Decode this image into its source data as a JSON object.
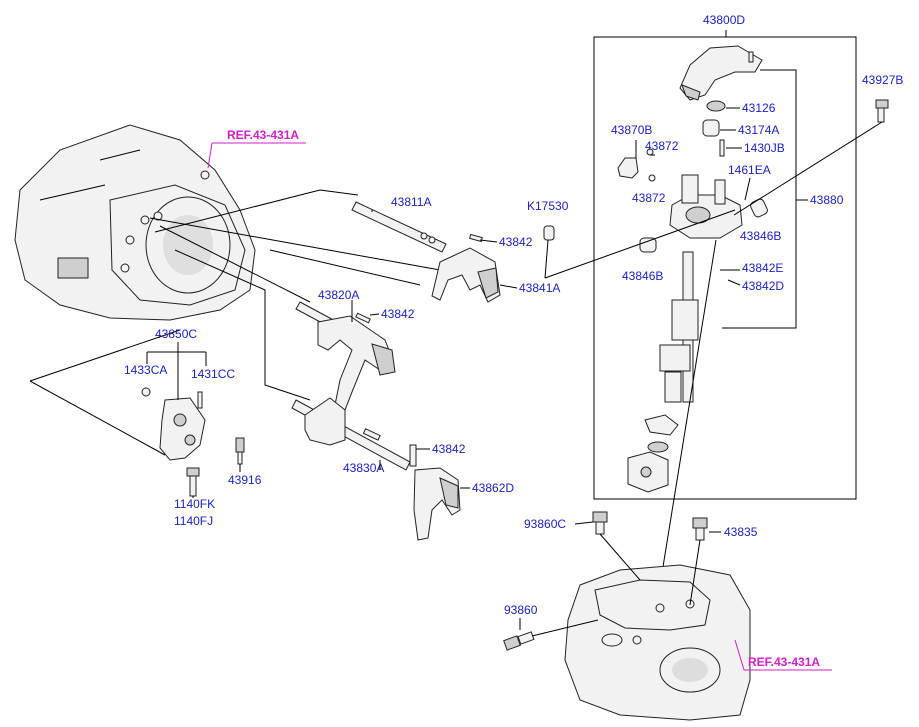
{
  "references": {
    "top_left": "REF.43-431A",
    "bottom_right": "REF.43-431A"
  },
  "part_numbers": {
    "p43800D": "43800D",
    "p43927B": "43927B",
    "p43126": "43126",
    "p43870B": "43870B",
    "p43174A": "43174A",
    "p43872_top": "43872",
    "p1430JB": "1430JB",
    "p1461EA": "1461EA",
    "p43872_bottom": "43872",
    "p43880": "43880",
    "p43846B_right": "43846B",
    "p43846B_left": "43846B",
    "p43842E": "43842E",
    "p43842D": "43842D",
    "pK17530": "K17530",
    "p43811A": "43811A",
    "p43842_a": "43842",
    "p43841A": "43841A",
    "p43820A": "43820A",
    "p43842_b": "43842",
    "p43850C": "43850C",
    "p1433CA": "1433CA",
    "p1431CC": "1431CC",
    "p43842_c": "43842",
    "p43830A": "43830A",
    "p43862D": "43862D",
    "p43916": "43916",
    "p1140FK": "1140FK",
    "p1140FJ": "1140FJ",
    "p93860C": "93860C",
    "p43835": "43835",
    "p93860": "93860"
  },
  "colors": {
    "label": "#1c22c4",
    "reference": "#d21ec8",
    "line": "#000000"
  }
}
